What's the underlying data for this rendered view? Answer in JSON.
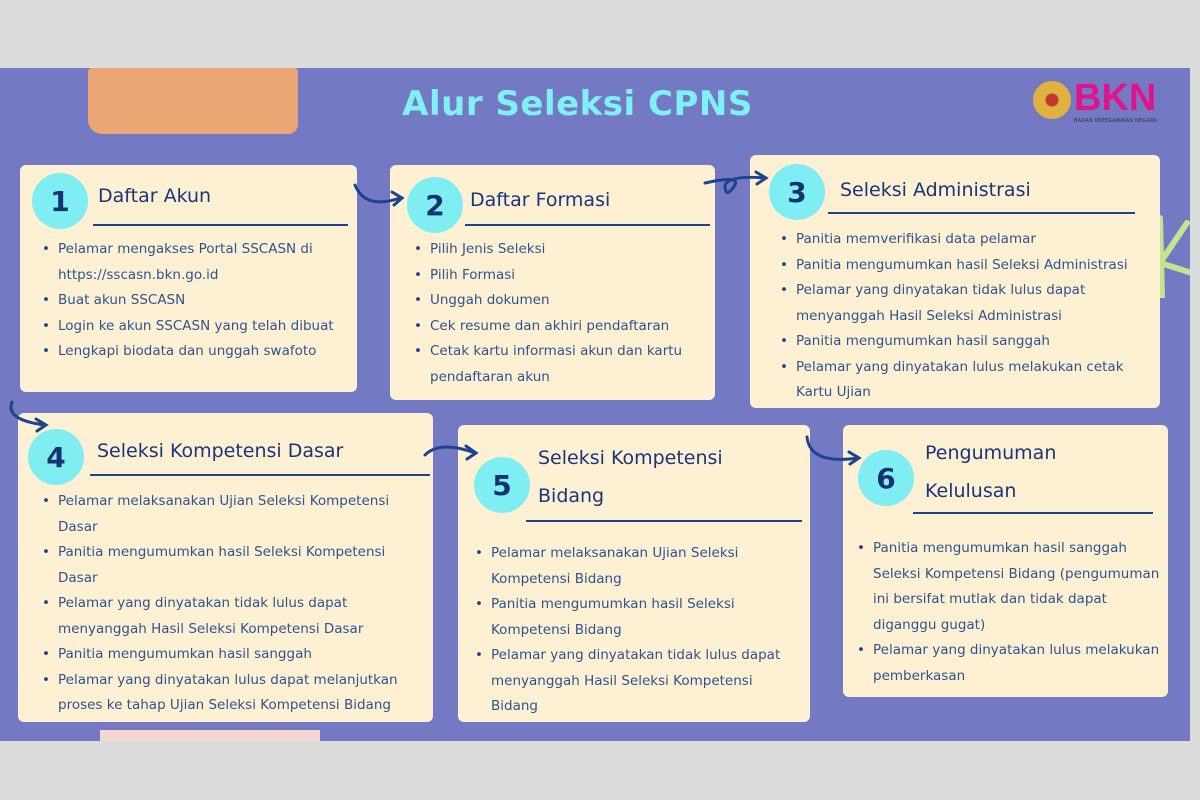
{
  "title": "Alur Seleksi CPNS",
  "logo": {
    "name": "BKN",
    "subtitle": "BADAN KEPEGAWAIAN NEGARA"
  },
  "steps": [
    {
      "number": "1",
      "title": "Daftar Akun",
      "items": [
        "Pelamar mengakses Portal SSCASN di https://sscasn.bkn.go.id",
        "Buat akun SSCASN",
        "Login ke akun SSCASN yang telah dibuat",
        "Lengkapi biodata dan unggah swafoto"
      ]
    },
    {
      "number": "2",
      "title": "Daftar Formasi",
      "items": [
        "Pilih Jenis Seleksi",
        "Pilih Formasi",
        "Unggah dokumen",
        "Cek resume dan akhiri pendaftaran",
        "Cetak kartu informasi akun dan kartu pendaftaran akun"
      ]
    },
    {
      "number": "3",
      "title": "Seleksi Administrasi",
      "items": [
        "Panitia memverifikasi data pelamar",
        "Panitia mengumumkan hasil Seleksi Administrasi",
        "Pelamar yang dinyatakan tidak lulus dapat menyanggah Hasil Seleksi Administrasi",
        "Panitia mengumumkan hasil sanggah",
        "Pelamar yang dinyatakan lulus melakukan cetak Kartu Ujian"
      ]
    },
    {
      "number": "4",
      "title": "Seleksi Kompetensi Dasar",
      "items": [
        "Pelamar melaksanakan Ujian Seleksi Kompetensi Dasar",
        "Panitia mengumumkan hasil Seleksi Kompetensi Dasar",
        "Pelamar yang dinyatakan tidak lulus dapat menyanggah Hasil Seleksi Kompetensi Dasar",
        "Panitia mengumumkan hasil sanggah",
        "Pelamar yang dinyatakan lulus dapat melanjutkan proses ke tahap Ujian Seleksi Kompetensi Bidang"
      ]
    },
    {
      "number": "5",
      "title": "Seleksi Kompetensi Bidang",
      "items": [
        "Pelamar melaksanakan Ujian Seleksi Kompetensi Bidang",
        "Panitia mengumumkan hasil Seleksi Kompetensi Bidang",
        "Pelamar yang dinyatakan tidak lulus dapat menyanggah Hasil Seleksi Kompetensi Bidang"
      ]
    },
    {
      "number": "6",
      "title": "Pengumuman Kelulusan",
      "items": [
        "Panitia mengumumkan hasil sanggah Seleksi Kompetensi Bidang (pengumuman ini bersifat mutlak dan tidak dapat diganggu gugat)",
        "Pelamar yang dinyatakan lulus melakukan pemberkasan"
      ]
    }
  ]
}
